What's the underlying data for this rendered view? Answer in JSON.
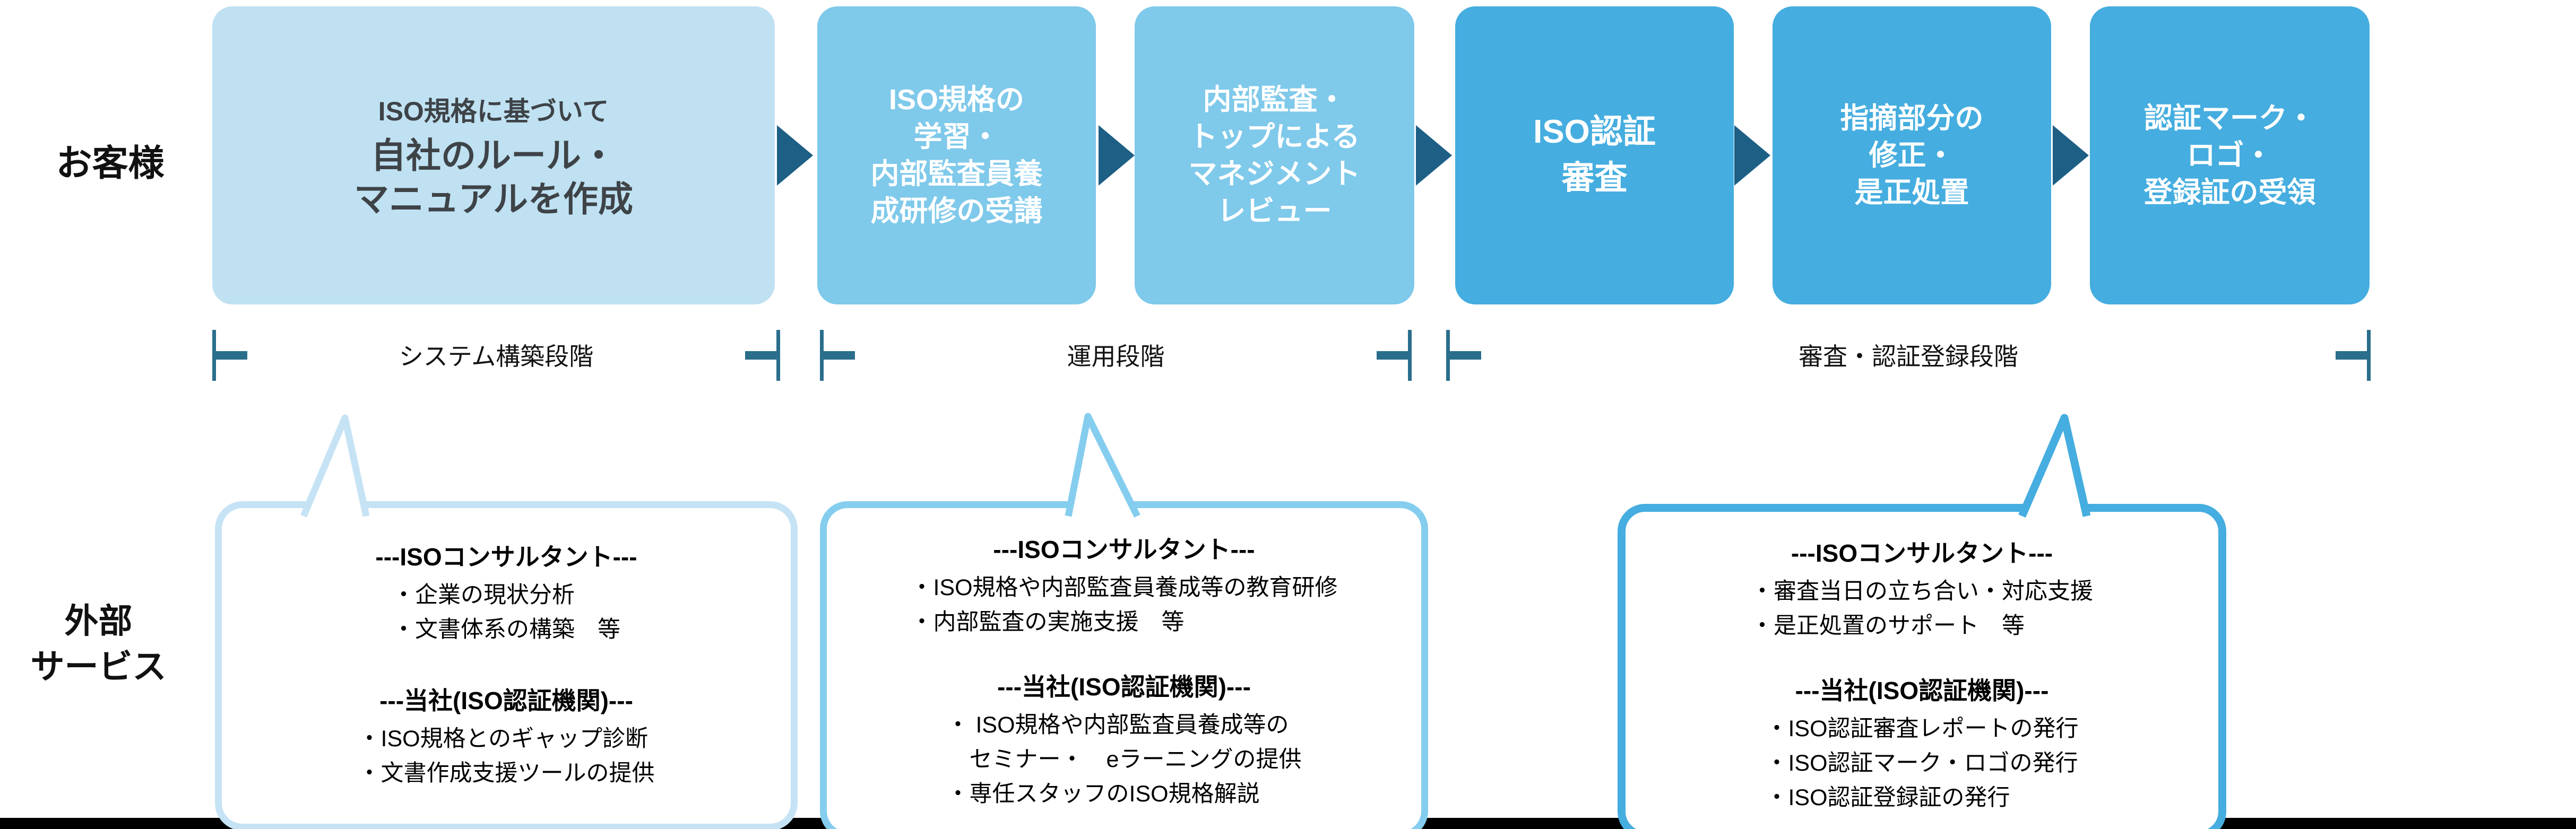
{
  "row_labels": {
    "customer": "お客様",
    "external_service": "外部\nサービス"
  },
  "process_steps": [
    {
      "subtitle": "ISO規格に基づいて",
      "title": "自社のルール・\nマニュアルを作成"
    },
    {
      "title": "ISO規格の\n学習・\n内部監査員養\n成研修の受講"
    },
    {
      "title": "内部監査・\nトップによる\nマネジメント\nレビュー"
    },
    {
      "title": "ISO認証\n審査"
    },
    {
      "title": "指摘部分の\n修正・\n是正処置"
    },
    {
      "title": "認証マーク・\nロゴ・\n登録証の受領"
    }
  ],
  "stages": [
    {
      "label": "システム構築段階"
    },
    {
      "label": "運用段階"
    },
    {
      "label": "審査・認証登録段階"
    }
  ],
  "callouts": [
    {
      "consultant_header": "---ISOコンサルタント---",
      "consultant_items": "・企業の現状分析\n・文書体系の構築　等",
      "company_header": "---当社(ISO認証機関)---",
      "company_items": "・ISO規格とのギャップ診断\n・文書作成支援ツールの提供"
    },
    {
      "consultant_header": "---ISOコンサルタント---",
      "consultant_items": "・ISO規格や内部監査員養成等の教育研修\n・内部監査の実施支援　等",
      "company_header": "---当社(ISO認証機関)---",
      "company_items": "・ ISO規格や内部監査員養成等の\n　セミナー・　eラーニングの提供\n・専任スタッフのISO規格解説"
    },
    {
      "consultant_header": "---ISOコンサルタント---",
      "consultant_items": "・審査当日の立ち合い・対応支援\n・是正処置のサポート　等",
      "company_header": "---当社(ISO認証機関)---",
      "company_items": "・ISO認証審査レポートの発行\n・ISO認証マーク・ロゴの発行\n・ISO認証登録証の発行"
    }
  ],
  "colors": {
    "stage1_box_fill": "#BFE1F2",
    "stage2_box_fill": "#7FC9EA",
    "stage3_box_fill": "#45ADDF",
    "flow_arrow": "#1D5F85",
    "bracket": "#2A6E8C",
    "callout1_border": "#C6E3F5",
    "callout2_border": "#85CDEE",
    "callout3_border": "#45ADDF",
    "baseline_rule": "#000000",
    "step1_text": "#3E4347",
    "step_text_white": "#FFFFFF"
  }
}
